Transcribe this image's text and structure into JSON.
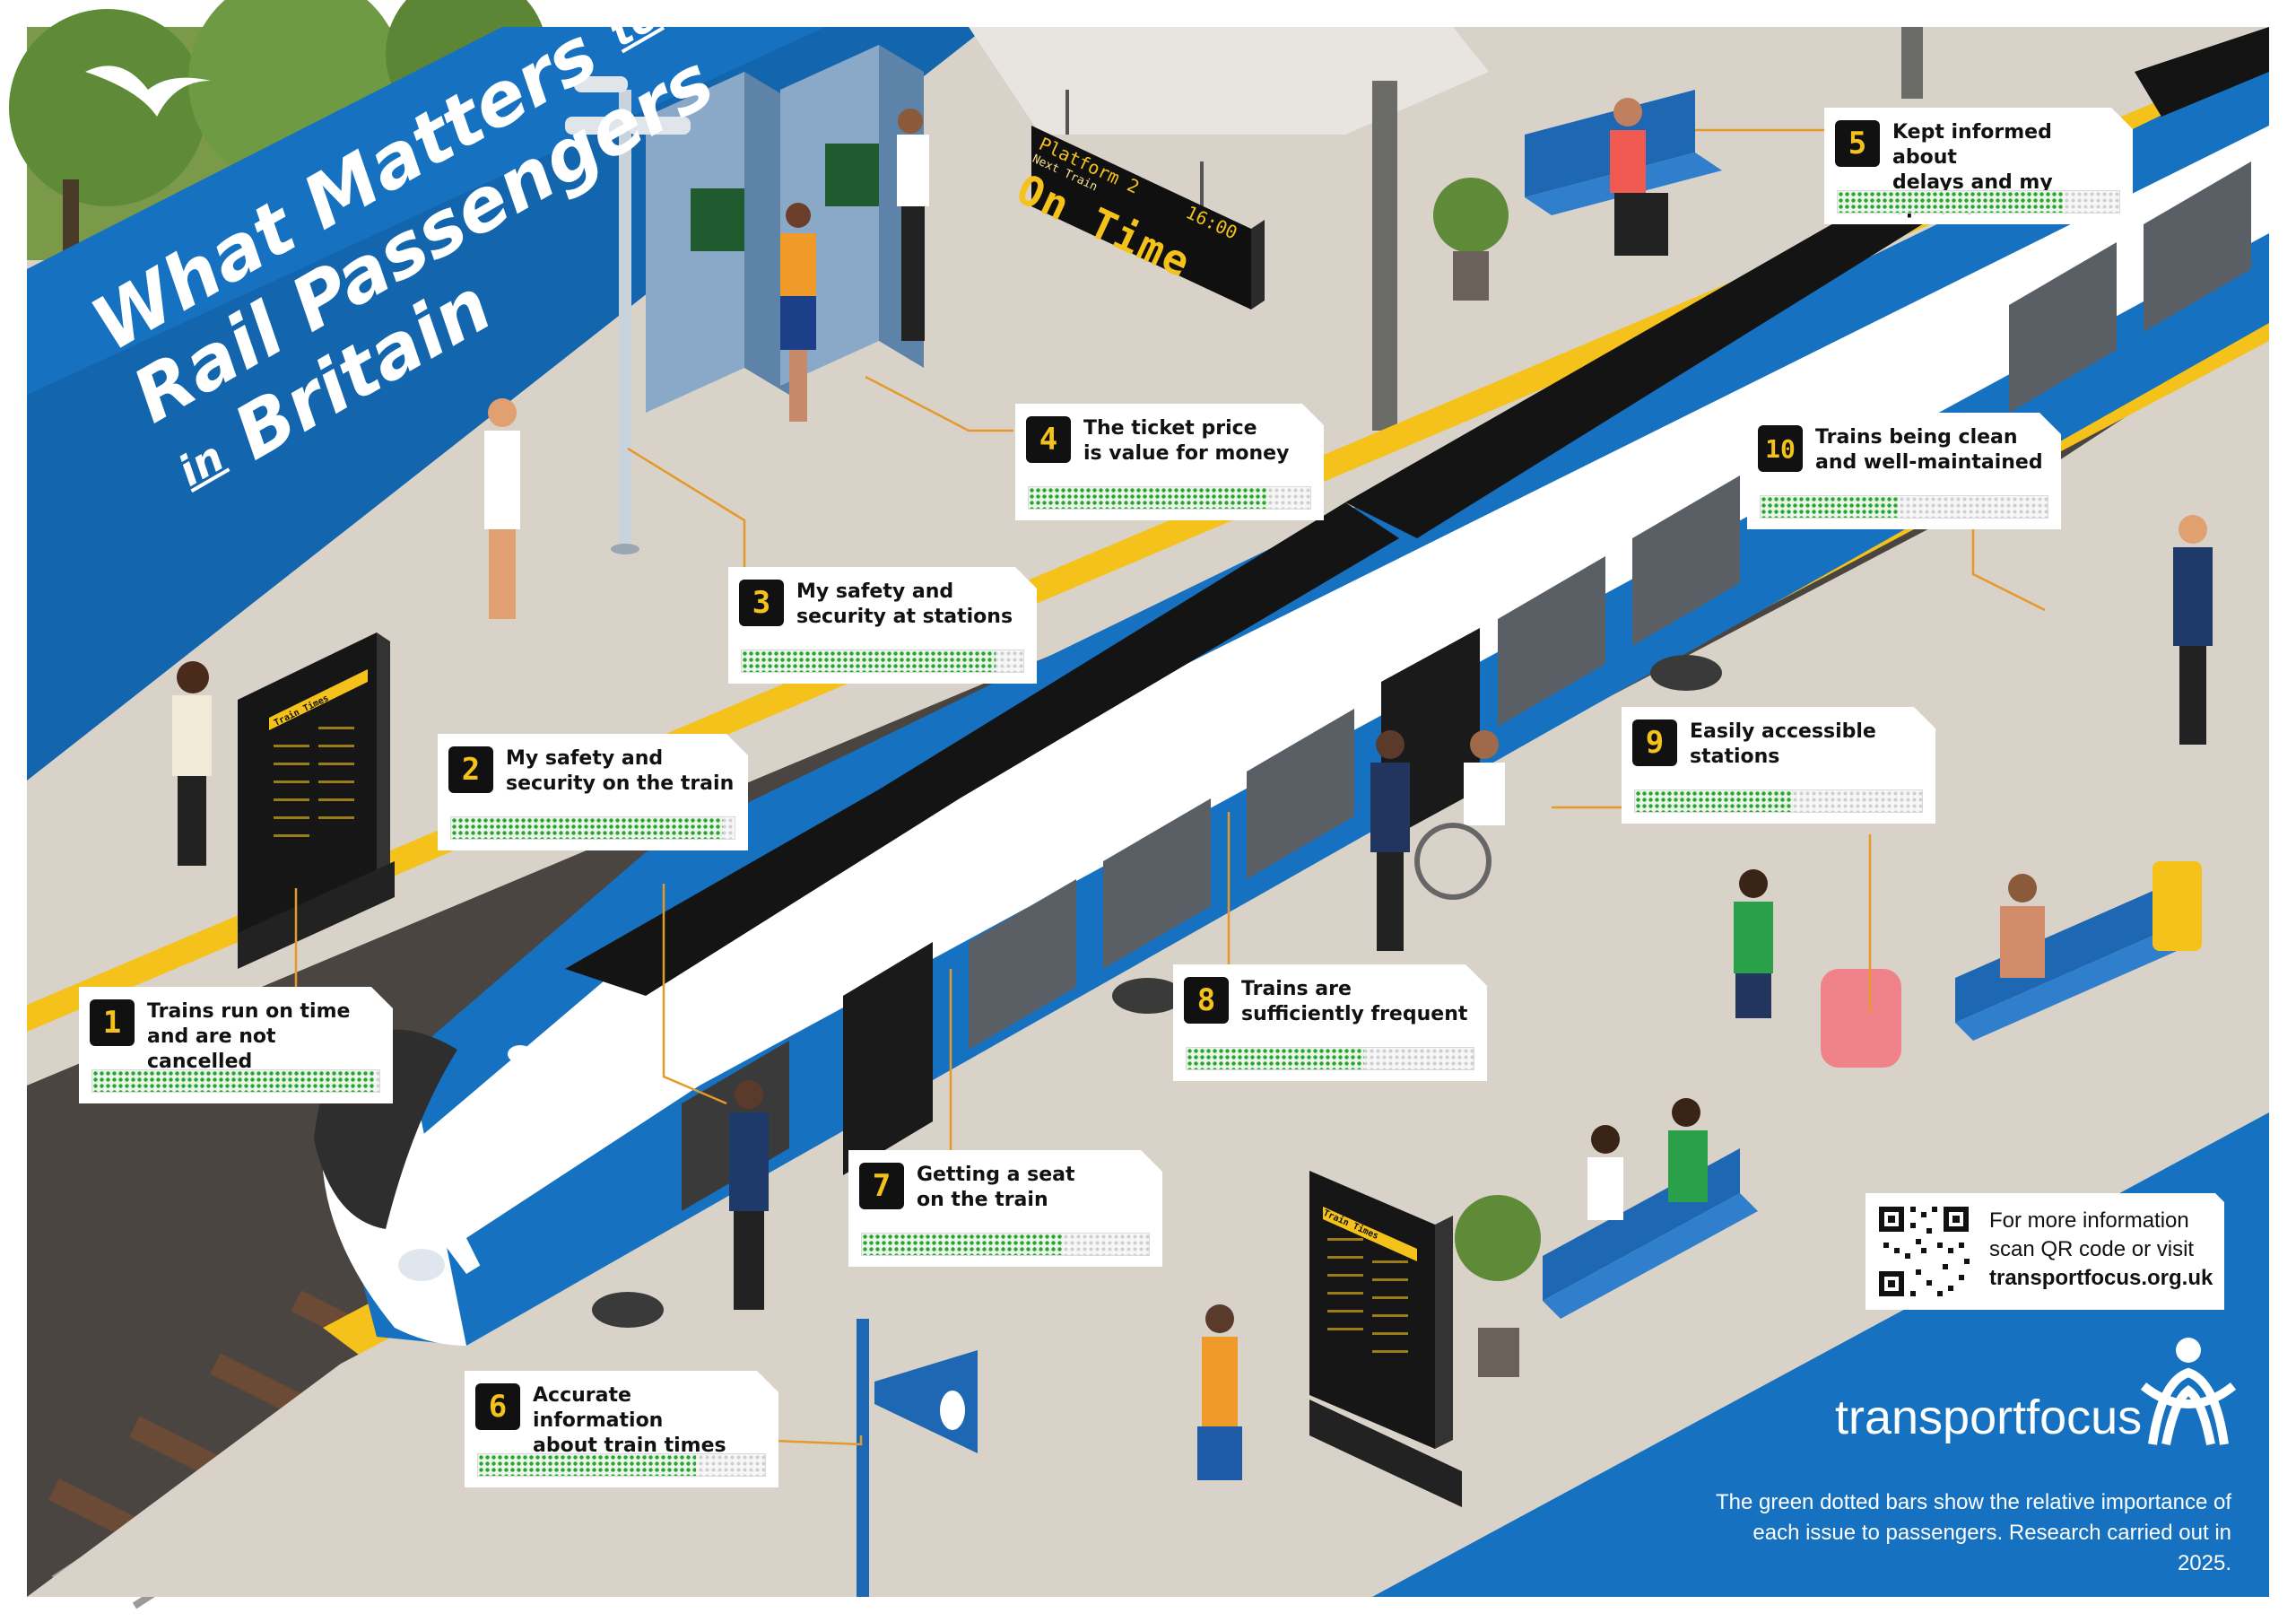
{
  "title": {
    "line1": "What Matters",
    "to": "to",
    "line2": "Rail Passengers",
    "in": "in",
    "line3": "Britain"
  },
  "departure_board": {
    "platform": "Platform 2",
    "time": "16:00",
    "next_train": "Next Train",
    "status": "On Time"
  },
  "timetable_header": "Train Times",
  "issues": [
    {
      "rank": "1",
      "label": "Trains run on time\nand are not cancelled",
      "importance": 0.98
    },
    {
      "rank": "2",
      "label": "My safety and\nsecurity on the train",
      "importance": 0.96
    },
    {
      "rank": "3",
      "label": "My safety and\nsecurity at stations",
      "importance": 0.9
    },
    {
      "rank": "4",
      "label": "The ticket price\nis value for money",
      "importance": 0.85
    },
    {
      "rank": "5",
      "label": "Kept informed about\ndelays and my options",
      "importance": 0.8
    },
    {
      "rank": "6",
      "label": "Accurate information\nabout train times",
      "importance": 0.76
    },
    {
      "rank": "7",
      "label": "Getting a seat\non the train",
      "importance": 0.7
    },
    {
      "rank": "8",
      "label": "Trains are\nsufficiently frequent",
      "importance": 0.62
    },
    {
      "rank": "9",
      "label": "Easily accessible\nstations",
      "importance": 0.55
    },
    {
      "rank": "10",
      "label": "Trains being clean\nand well-maintained",
      "importance": 0.48
    }
  ],
  "info": {
    "line1": "For more information",
    "line2": "scan QR code or visit",
    "url": "transportfocus.org.uk"
  },
  "brand": "transportfocus",
  "footnote": {
    "line1": "The green dotted bars show the relative importance of",
    "line2": "each issue to passengers. Research carried out in 2025."
  },
  "colors": {
    "blue": "#1672c0",
    "dark_blue": "#0e4f91",
    "platform": "#d9d2c8",
    "yellow": "#f4c21a",
    "green_dot": "#2aa52f"
  }
}
